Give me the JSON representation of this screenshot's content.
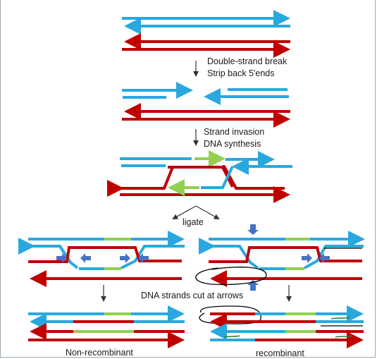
{
  "colors": {
    "blue": "#29a8e0",
    "red": "#c00000",
    "green": "#92d050",
    "arrow_blue": "#4472c4",
    "ink": "#000000"
  },
  "steps": {
    "step1_line1": "Double-strand break",
    "step1_line2": "Strip back 5'ends",
    "step2_line1": "Strand invasion",
    "step2_line2": "DNA synthesis",
    "ligate": "ligate",
    "cut": "DNA strands cut at arrows"
  },
  "outcomes": {
    "left": "Non-recombinant",
    "right": "recombinant"
  },
  "icons": [
    "down-arrow-icon",
    "fork-arrow-icon",
    "cut-arrow-icon",
    "pen-annotation-icon"
  ]
}
